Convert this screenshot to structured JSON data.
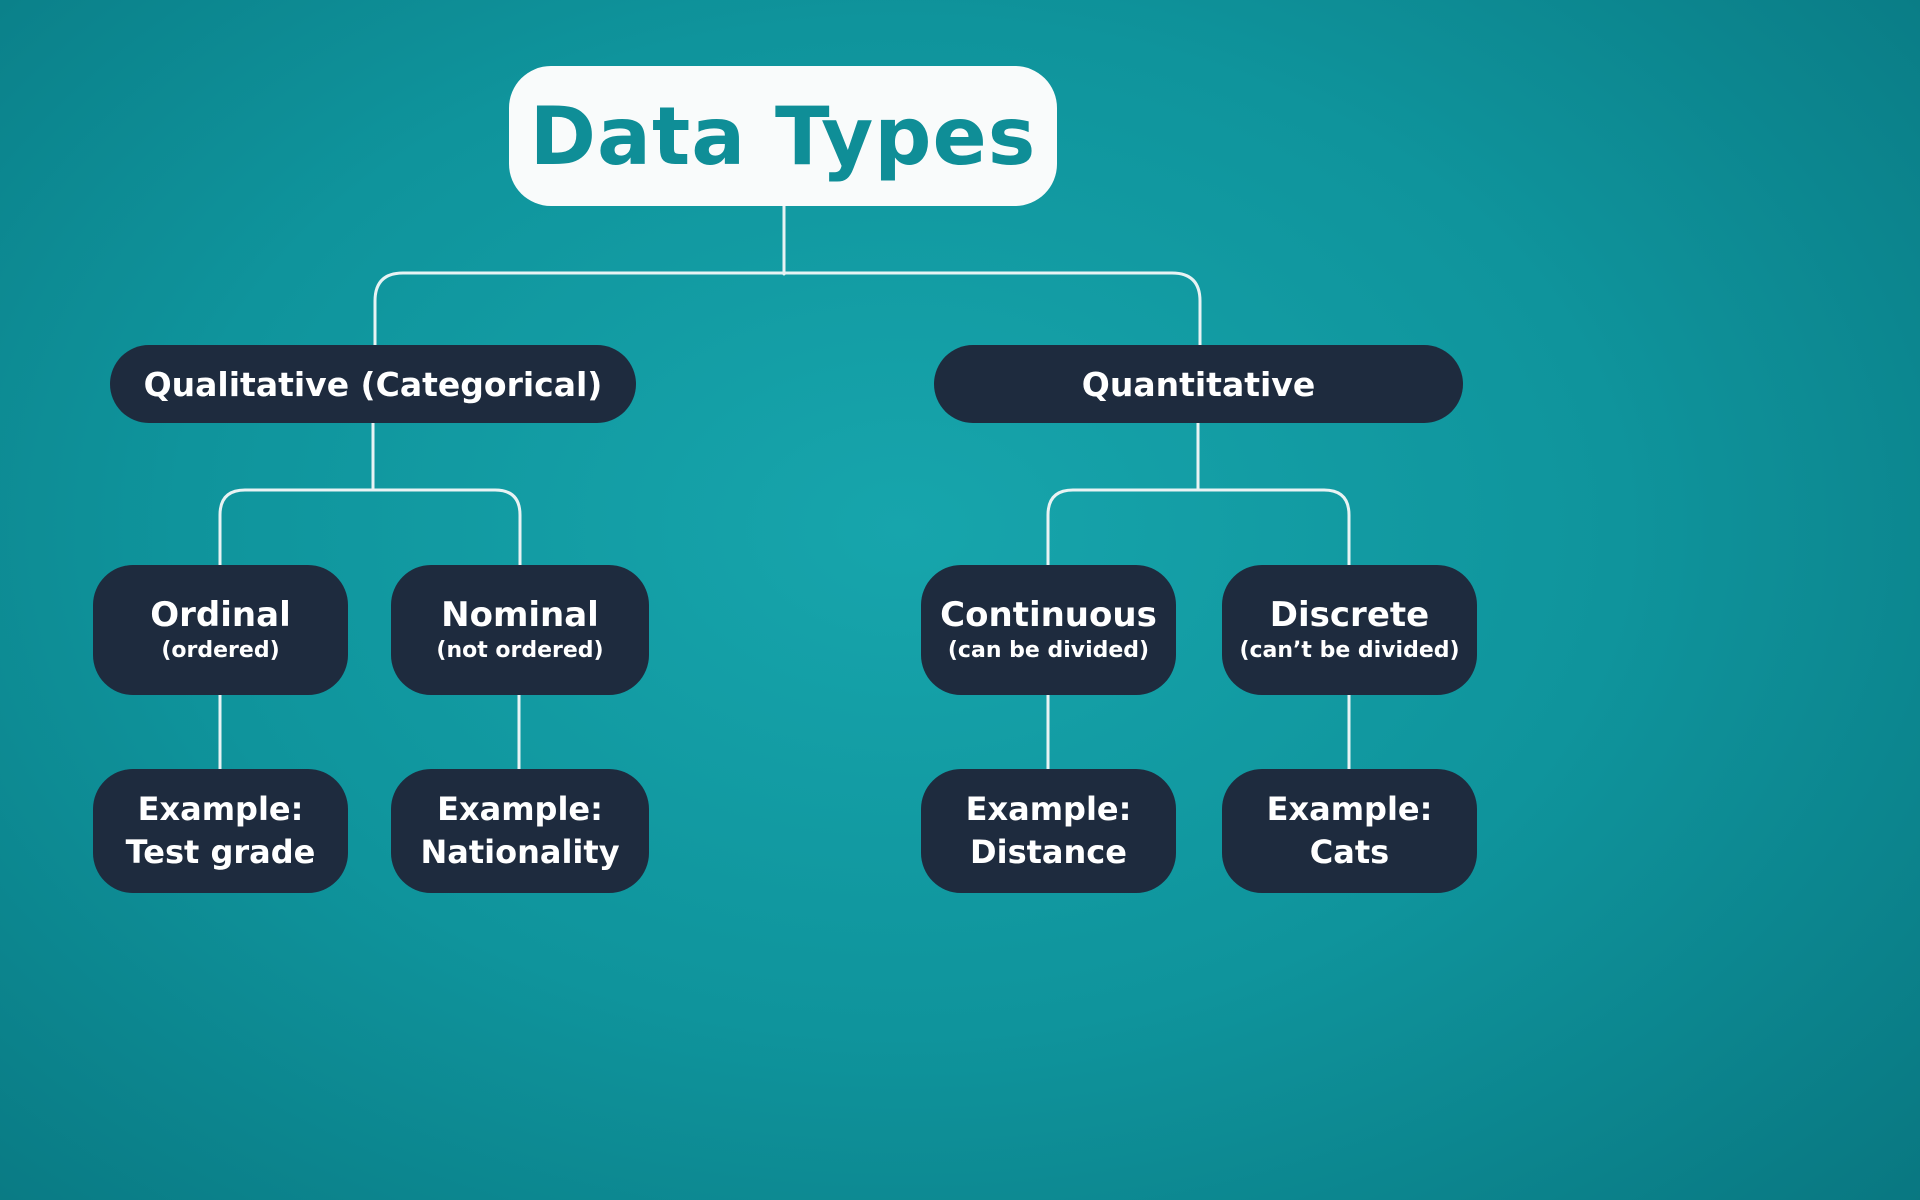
{
  "colors": {
    "background_center": "#17a5ac",
    "background_edge": "#08737d",
    "node_dark": "#1e2b3e",
    "node_light": "#f9fbfb",
    "title_text": "#0f8e97",
    "connector": "#e8f3f4"
  },
  "tree": {
    "root": {
      "label": "Data Types"
    },
    "branches": [
      {
        "label": "Qualitative (Categorical)",
        "children": [
          {
            "label": "Ordinal",
            "note": "(ordered)",
            "example_prefix": "Example:",
            "example": "Test grade"
          },
          {
            "label": "Nominal",
            "note": "(not ordered)",
            "example_prefix": "Example:",
            "example": "Nationality"
          }
        ]
      },
      {
        "label": "Quantitative",
        "children": [
          {
            "label": "Continuous",
            "note": "(can be divided)",
            "example_prefix": "Example:",
            "example": "Distance"
          },
          {
            "label": "Discrete",
            "note": "(can’t be divided)",
            "example_prefix": "Example:",
            "example": "Cats"
          }
        ]
      }
    ]
  }
}
